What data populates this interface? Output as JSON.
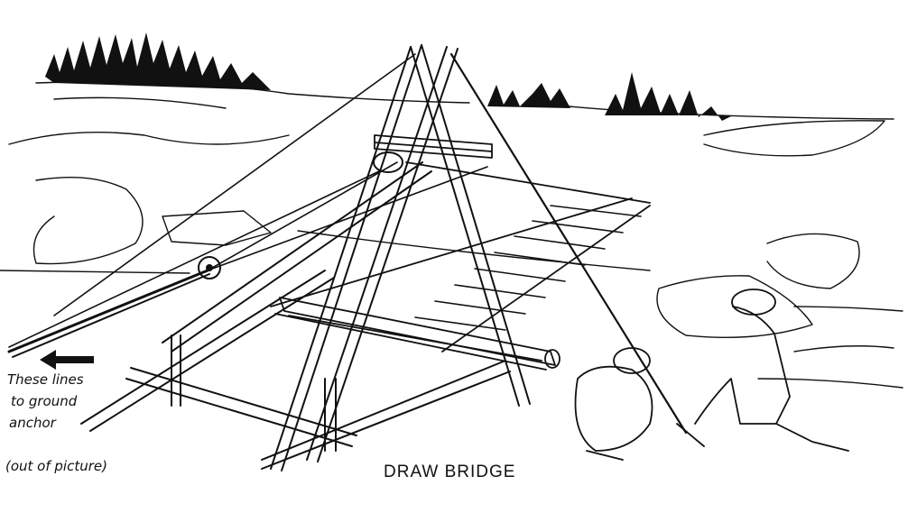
{
  "illustration": {
    "title": "DRAW BRIDGE",
    "annotation": {
      "line1": "These lines",
      "line2": "to ground",
      "line3": "anchor",
      "line4": "(out of picture)"
    },
    "arrow_direction": "left",
    "colors": {
      "ink": "#111111",
      "paper": "#ffffff"
    }
  }
}
